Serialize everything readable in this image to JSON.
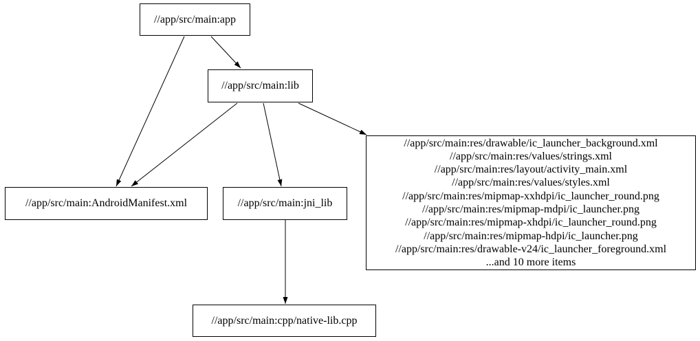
{
  "diagram": {
    "type": "dependency-graph",
    "background_color": "#ffffff",
    "node_border_color": "#000000",
    "edge_color": "#000000",
    "text_color": "#000000",
    "nodes": {
      "app": {
        "label": "//app/src/main:app"
      },
      "lib": {
        "label": "//app/src/main:lib"
      },
      "android_manifest": {
        "label": "//app/src/main:AndroidManifest.xml"
      },
      "jni_lib": {
        "label": "//app/src/main:jni_lib"
      },
      "res_group": {
        "lines": [
          "//app/src/main:res/drawable/ic_launcher_background.xml",
          "//app/src/main:res/values/strings.xml",
          "//app/src/main:res/layout/activity_main.xml",
          "//app/src/main:res/values/styles.xml",
          "//app/src/main:res/mipmap-xxhdpi/ic_launcher_round.png",
          "//app/src/main:res/mipmap-mdpi/ic_launcher.png",
          "//app/src/main:res/mipmap-xhdpi/ic_launcher_round.png",
          "//app/src/main:res/mipmap-hdpi/ic_launcher.png",
          "//app/src/main:res/drawable-v24/ic_launcher_foreground.xml",
          "...and 10 more items"
        ]
      },
      "native_lib": {
        "label": "//app/src/main:cpp/native-lib.cpp"
      }
    },
    "edges": [
      {
        "from": "app",
        "to": "lib"
      },
      {
        "from": "app",
        "to": "android_manifest"
      },
      {
        "from": "lib",
        "to": "android_manifest"
      },
      {
        "from": "lib",
        "to": "jni_lib"
      },
      {
        "from": "lib",
        "to": "res_group"
      },
      {
        "from": "jni_lib",
        "to": "native_lib"
      }
    ]
  }
}
